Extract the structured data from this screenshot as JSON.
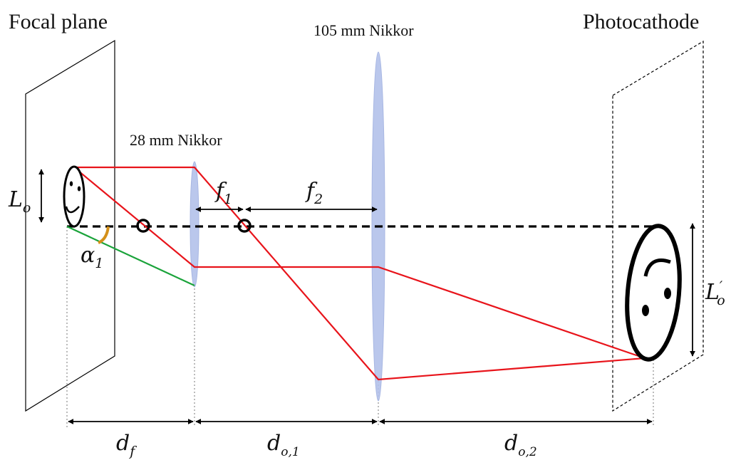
{
  "labels": {
    "focal_plane": "Focal plane",
    "photocathode": "Photocathode",
    "lens_28": "28 mm Nikkor",
    "lens_105": "105 mm Nikkor"
  },
  "symbols": {
    "L_o": {
      "main": "L",
      "sub": "o"
    },
    "L_o_prime": {
      "main": "L",
      "prime": "′",
      "sub": "o"
    },
    "alpha_1": {
      "main": "α",
      "sub": "1"
    },
    "f_1": {
      "main": "f",
      "sub": "1"
    },
    "f_2": {
      "main": "f",
      "sub": "2"
    },
    "d_f": {
      "main": "d",
      "sub": "f"
    },
    "d_o1": {
      "main": "d",
      "sub": "o,1"
    },
    "d_o2": {
      "main": "d",
      "sub": "o,2"
    }
  },
  "colors": {
    "ray": "#e8141b",
    "marginal_ray": "#1aa33a",
    "angle_arc": "#d4901a",
    "lens": "#b3c1ea",
    "axis": "#000000"
  }
}
